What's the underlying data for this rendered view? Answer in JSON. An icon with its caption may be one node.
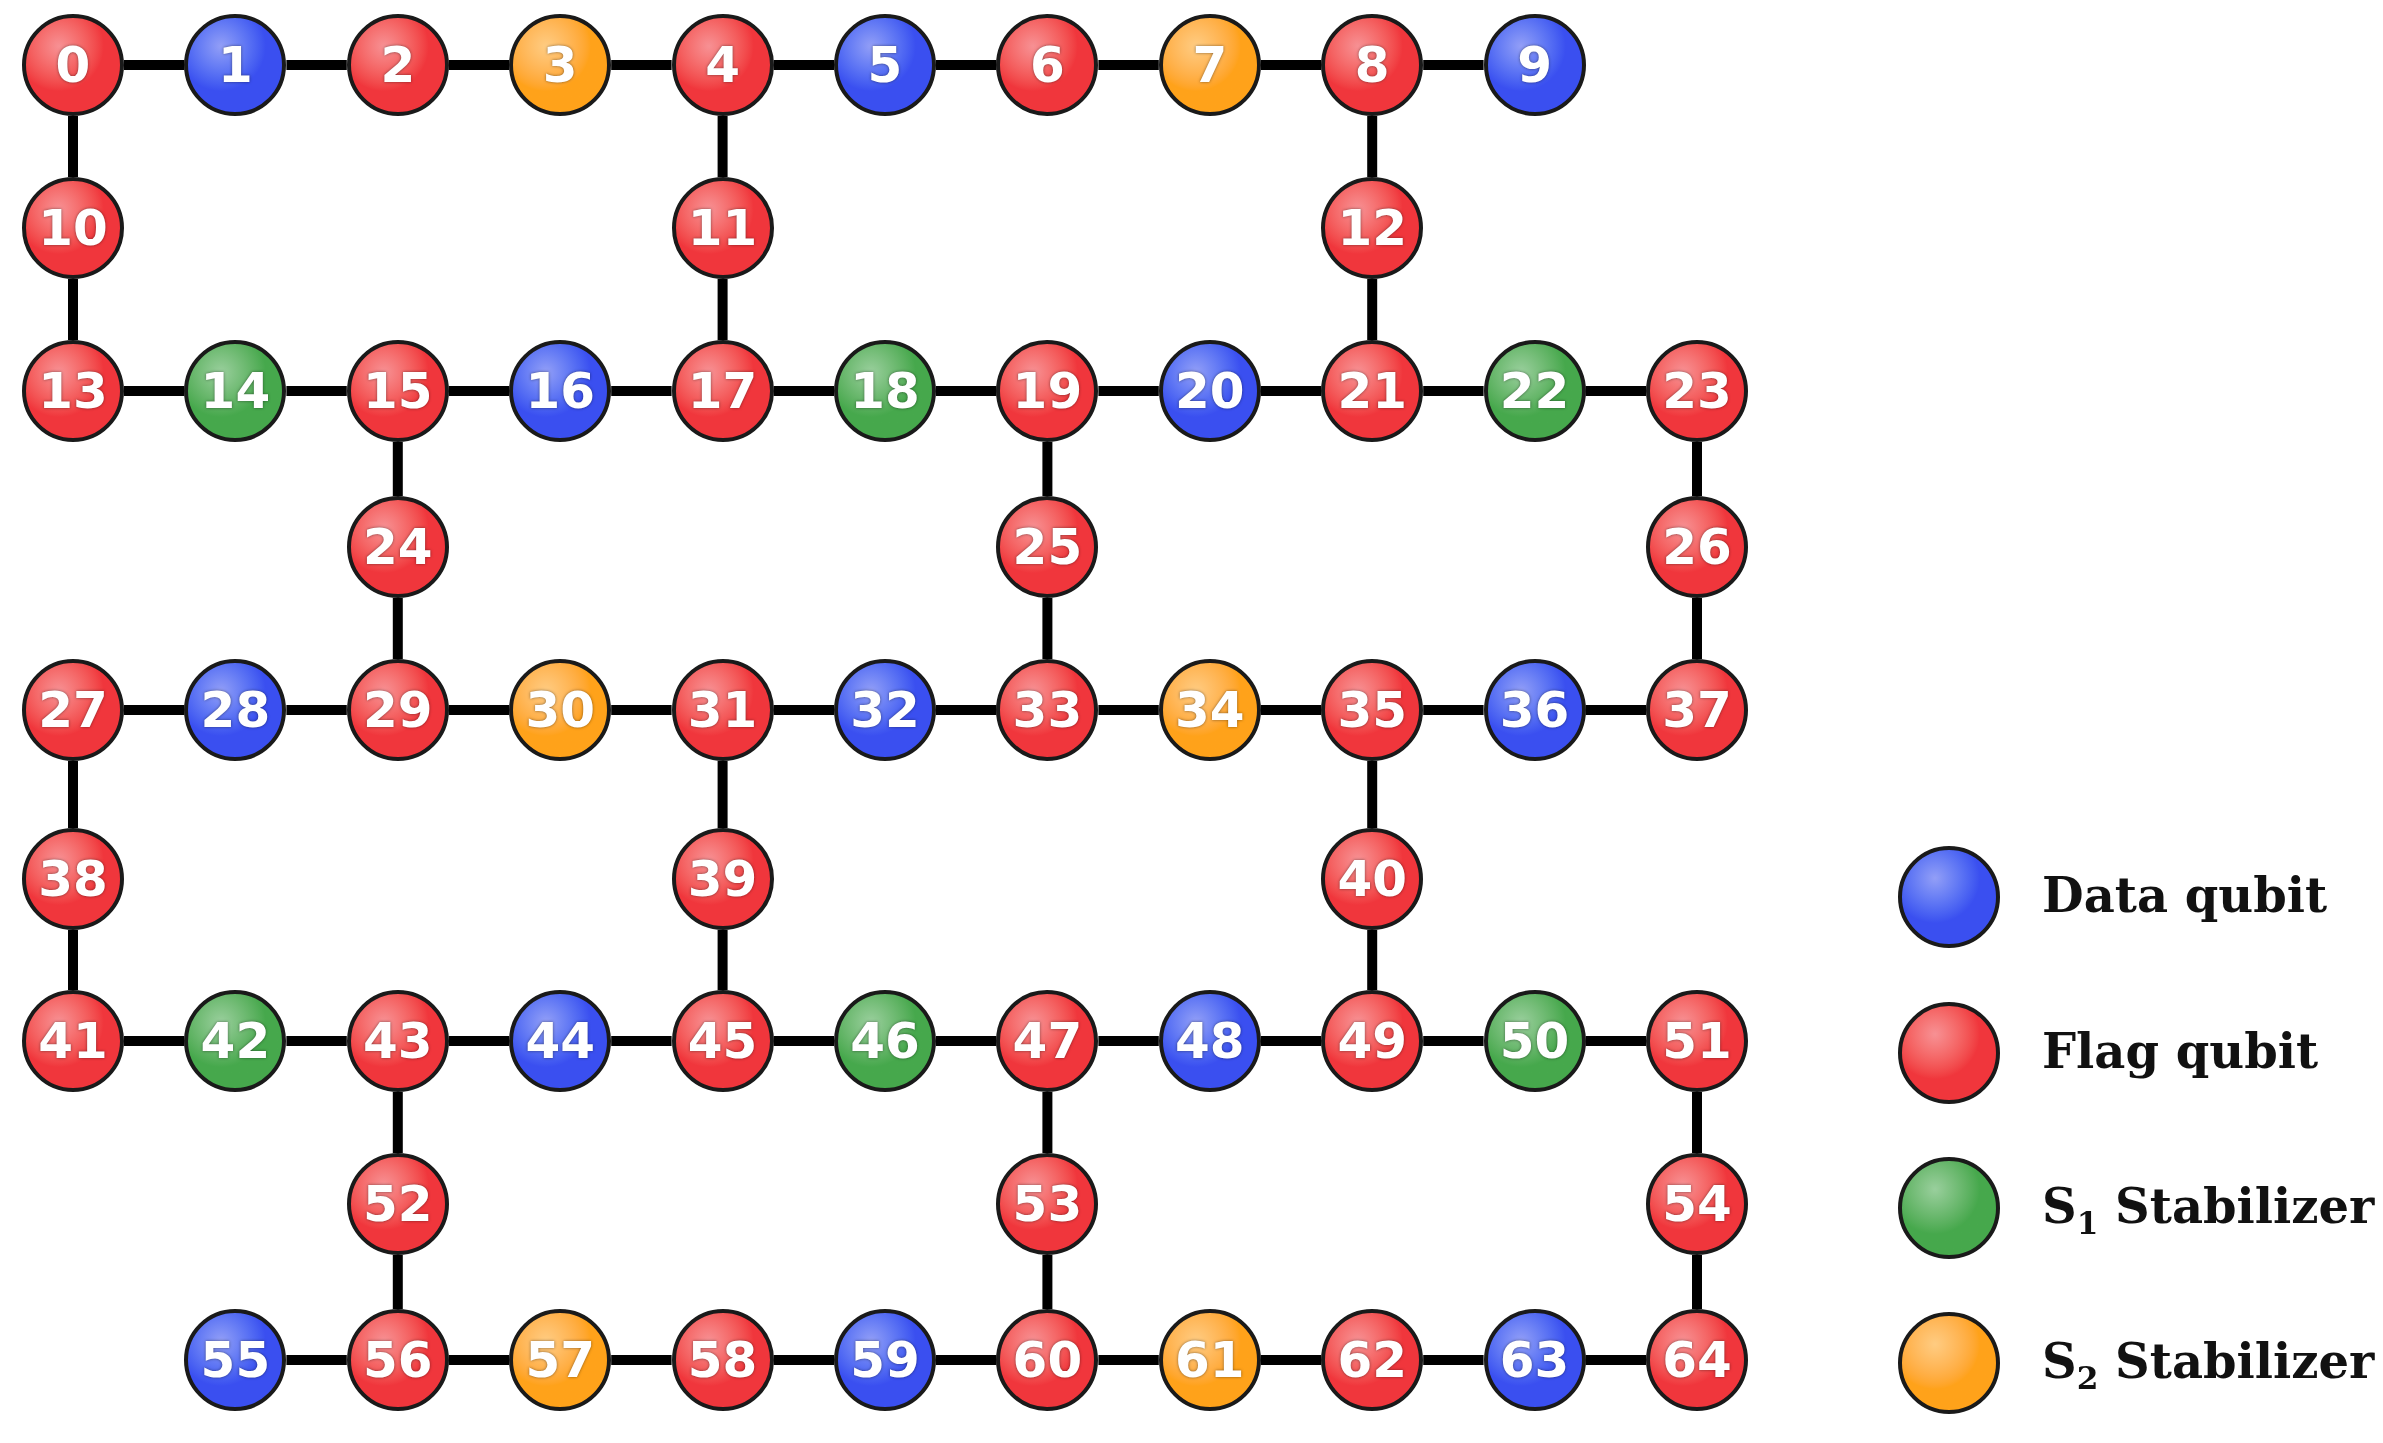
{
  "diagram": {
    "nodes": [
      {
        "text": [
          "0"
        ]
      },
      {
        "text": [
          "1"
        ]
      },
      {
        "text": [
          "2"
        ]
      },
      {
        "text": [
          "3"
        ]
      },
      {
        "text": [
          "4"
        ]
      },
      {
        "text": [
          "5"
        ]
      },
      {
        "text": [
          "6"
        ]
      },
      {
        "text": [
          "7"
        ]
      },
      {
        "text": [
          "8"
        ]
      },
      {
        "text": [
          "9"
        ]
      },
      {
        "text": [
          "10"
        ]
      },
      {
        "text": [
          "11"
        ]
      },
      {
        "text": [
          "12"
        ]
      },
      {
        "text": [
          "13"
        ]
      },
      {
        "text": [
          "14"
        ]
      },
      {
        "text": [
          "15"
        ]
      },
      {
        "text": [
          "16"
        ]
      },
      {
        "text": [
          "17"
        ]
      },
      {
        "text": [
          "18"
        ]
      },
      {
        "text": [
          "19"
        ]
      },
      {
        "text": [
          "20"
        ]
      },
      {
        "text": [
          "21"
        ]
      },
      {
        "text": [
          "22"
        ]
      },
      {
        "text": [
          "23"
        ]
      },
      {
        "text": [
          "24"
        ]
      },
      {
        "text": [
          "25"
        ]
      },
      {
        "text": [
          "26"
        ]
      },
      {
        "text": [
          "27"
        ]
      },
      {
        "text": [
          "28"
        ]
      },
      {
        "text": [
          "29"
        ]
      },
      {
        "text": [
          "30"
        ]
      },
      {
        "text": [
          "31"
        ]
      },
      {
        "text": [
          "32"
        ]
      },
      {
        "text": [
          "33"
        ]
      },
      {
        "text": [
          "34"
        ]
      },
      {
        "text": [
          "35"
        ]
      },
      {
        "text": [
          "36"
        ]
      },
      {
        "text": [
          "37"
        ]
      },
      {
        "text": [
          "38"
        ]
      },
      {
        "text": [
          "39"
        ]
      },
      {
        "text": [
          "40"
        ]
      },
      {
        "text": [
          "41"
        ]
      },
      {
        "text": [
          "42"
        ]
      },
      {
        "text": [
          "43"
        ]
      },
      {
        "text": [
          "44"
        ]
      },
      {
        "text": [
          "45"
        ]
      },
      {
        "text": [
          "46"
        ]
      },
      {
        "text": [
          "47"
        ]
      },
      {
        "text": [
          "48"
        ]
      },
      {
        "text": [
          "49"
        ]
      },
      {
        "text": [
          "50"
        ]
      },
      {
        "text": [
          "51"
        ]
      },
      {
        "text": [
          "52"
        ]
      },
      {
        "text": [
          "53"
        ]
      },
      {
        "text": [
          "54"
        ]
      },
      {
        "text": [
          "55"
        ]
      },
      {
        "text": [
          "56"
        ]
      },
      {
        "text": [
          "57"
        ]
      },
      {
        "text": [
          "58"
        ]
      },
      {
        "text": [
          "59"
        ]
      },
      {
        "text": [
          "60"
        ]
      },
      {
        "text": [
          "61"
        ]
      },
      {
        "text": [
          "62"
        ]
      },
      {
        "text": [
          "63"
        ]
      },
      {
        "text": [
          "64"
        ]
      }
    ],
    "edges": [
      {
        "from": 0,
        "to": 1,
        "arrow": "none"
      },
      {
        "from": 1,
        "to": 2,
        "arrow": "none"
      },
      {
        "from": 2,
        "to": 3,
        "arrow": "none"
      },
      {
        "from": 3,
        "to": 4,
        "arrow": "none"
      },
      {
        "from": 4,
        "to": 5,
        "arrow": "none"
      },
      {
        "from": 5,
        "to": 6,
        "arrow": "none"
      },
      {
        "from": 6,
        "to": 7,
        "arrow": "none"
      },
      {
        "from": 7,
        "to": 8,
        "arrow": "none"
      },
      {
        "from": 8,
        "to": 9,
        "arrow": "none"
      },
      {
        "from": 0,
        "to": 10,
        "arrow": "none"
      },
      {
        "from": 4,
        "to": 11,
        "arrow": "none"
      },
      {
        "from": 8,
        "to": 12,
        "arrow": "none"
      },
      {
        "from": 10,
        "to": 13,
        "arrow": "none"
      },
      {
        "from": 11,
        "to": 17,
        "arrow": "none"
      },
      {
        "from": 12,
        "to": 21,
        "arrow": "none"
      },
      {
        "from": 13,
        "to": 14,
        "arrow": "none"
      },
      {
        "from": 14,
        "to": 15,
        "arrow": "none"
      },
      {
        "from": 15,
        "to": 16,
        "arrow": "none"
      },
      {
        "from": 16,
        "to": 17,
        "arrow": "none"
      },
      {
        "from": 17,
        "to": 18,
        "arrow": "none"
      },
      {
        "from": 18,
        "to": 19,
        "arrow": "none"
      },
      {
        "from": 19,
        "to": 20,
        "arrow": "none"
      },
      {
        "from": 20,
        "to": 21,
        "arrow": "none"
      },
      {
        "from": 21,
        "to": 22,
        "arrow": "none"
      },
      {
        "from": 22,
        "to": 23,
        "arrow": "none"
      },
      {
        "from": 15,
        "to": 24,
        "arrow": "none"
      },
      {
        "from": 19,
        "to": 25,
        "arrow": "none"
      },
      {
        "from": 23,
        "to": 26,
        "arrow": "none"
      },
      {
        "from": 24,
        "to": 29,
        "arrow": "none"
      },
      {
        "from": 25,
        "to": 33,
        "arrow": "none"
      },
      {
        "from": 26,
        "to": 37,
        "arrow": "none"
      },
      {
        "from": 27,
        "to": 28,
        "arrow": "none"
      },
      {
        "from": 28,
        "to": 29,
        "arrow": "none"
      },
      {
        "from": 29,
        "to": 30,
        "arrow": "none"
      },
      {
        "from": 30,
        "to": 31,
        "arrow": "none"
      },
      {
        "from": 31,
        "to": 32,
        "arrow": "none"
      },
      {
        "from": 32,
        "to": 33,
        "arrow": "none"
      },
      {
        "from": 33,
        "to": 34,
        "arrow": "none"
      },
      {
        "from": 34,
        "to": 35,
        "arrow": "none"
      },
      {
        "from": 35,
        "to": 36,
        "arrow": "none"
      },
      {
        "from": 36,
        "to": 37,
        "arrow": "none"
      },
      {
        "from": 27,
        "to": 38,
        "arrow": "none"
      },
      {
        "from": 31,
        "to": 39,
        "arrow": "none"
      },
      {
        "from": 35,
        "to": 40,
        "arrow": "none"
      },
      {
        "from": 38,
        "to": 41,
        "arrow": "none"
      },
      {
        "from": 39,
        "to": 45,
        "arrow": "none"
      },
      {
        "from": 40,
        "to": 49,
        "arrow": "none"
      },
      {
        "from": 41,
        "to": 42,
        "arrow": "none"
      },
      {
        "from": 42,
        "to": 43,
        "arrow": "none"
      },
      {
        "from": 43,
        "to": 44,
        "arrow": "none"
      },
      {
        "from": 44,
        "to": 45,
        "arrow": "none"
      },
      {
        "from": 45,
        "to": 46,
        "arrow": "none"
      },
      {
        "from": 46,
        "to": 47,
        "arrow": "none"
      },
      {
        "from": 47,
        "to": 48,
        "arrow": "none"
      },
      {
        "from": 48,
        "to": 49,
        "arrow": "none"
      },
      {
        "from": 49,
        "to": 50,
        "arrow": "none"
      },
      {
        "from": 50,
        "to": 51,
        "arrow": "none"
      },
      {
        "from": 43,
        "to": 52,
        "arrow": "none"
      },
      {
        "from": 47,
        "to": 53,
        "arrow": "none"
      },
      {
        "from": 51,
        "to": 54,
        "arrow": "none"
      },
      {
        "from": 52,
        "to": 56,
        "arrow": "none"
      },
      {
        "from": 53,
        "to": 60,
        "arrow": "none"
      },
      {
        "from": 54,
        "to": 64,
        "arrow": "none"
      },
      {
        "from": 55,
        "to": 56,
        "arrow": "none"
      },
      {
        "from": 56,
        "to": 57,
        "arrow": "none"
      },
      {
        "from": 57,
        "to": 58,
        "arrow": "none"
      },
      {
        "from": 58,
        "to": 59,
        "arrow": "none"
      },
      {
        "from": 59,
        "to": 60,
        "arrow": "none"
      },
      {
        "from": 60,
        "to": 61,
        "arrow": "none"
      },
      {
        "from": 61,
        "to": 62,
        "arrow": "none"
      },
      {
        "from": 62,
        "to": 63,
        "arrow": "none"
      },
      {
        "from": 63,
        "to": 64,
        "arrow": "none"
      }
    ],
    "legend": [
      {
        "text": "Data qubit",
        "color": "#3a4ff0"
      },
      {
        "text": "Flag qubit",
        "color": "#f0363c"
      },
      {
        "text": "S$_{1}$ Stabilizer",
        "color": "#46a84c"
      },
      {
        "text": "S$_{2}$ Stabilizer",
        "color": "#ffa21a"
      }
    ]
  }
}
